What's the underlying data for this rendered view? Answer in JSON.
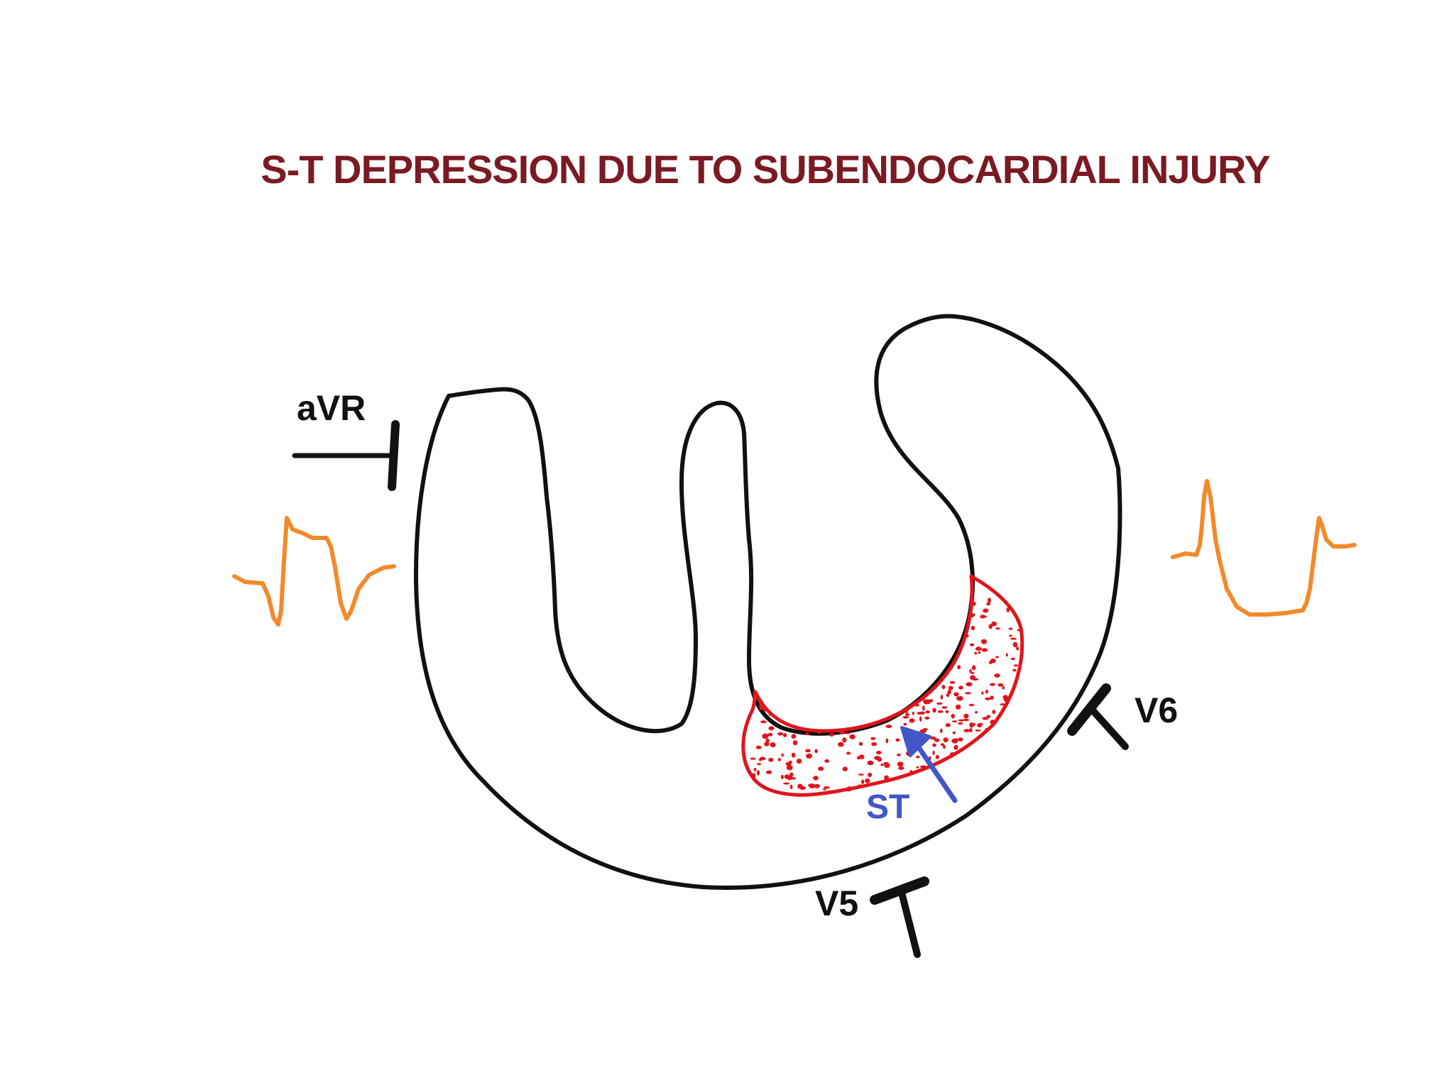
{
  "title": "S-T DEPRESSION DUE TO SUBENDOCARDIAL INJURY",
  "labels": {
    "avr": "aVR",
    "v5": "V5",
    "v6": "V6",
    "st": "ST"
  },
  "colors": {
    "title": "#7b1a23",
    "outline": "#111111",
    "injury": "#e0151c",
    "ecg_trace": "#f28a2b",
    "arrow": "#4256c8"
  },
  "icons": {
    "electrode": "electrode-T-symbol",
    "arrow": "arrow-up-left-icon"
  }
}
